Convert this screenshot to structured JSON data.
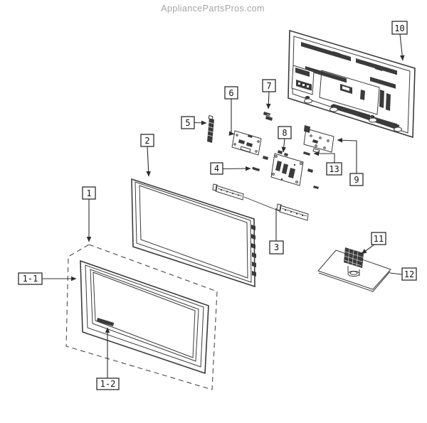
{
  "page": {
    "watermark": "AppliancePartsPros.com",
    "background_color": "#ffffff"
  },
  "diagram": {
    "description": "Exploded parts diagram of a flat-panel television",
    "line_color": "#3b3b3b",
    "watermark_color": "#a5a5a5",
    "callouts": [
      {
        "label": "1"
      },
      {
        "label": "1-1"
      },
      {
        "label": "1-2"
      },
      {
        "label": "2"
      },
      {
        "label": "3"
      },
      {
        "label": "4"
      },
      {
        "label": "5"
      },
      {
        "label": "6"
      },
      {
        "label": "7"
      },
      {
        "label": "8"
      },
      {
        "label": "9"
      },
      {
        "label": "10"
      },
      {
        "label": "11"
      },
      {
        "label": "12"
      },
      {
        "label": "13"
      }
    ]
  }
}
